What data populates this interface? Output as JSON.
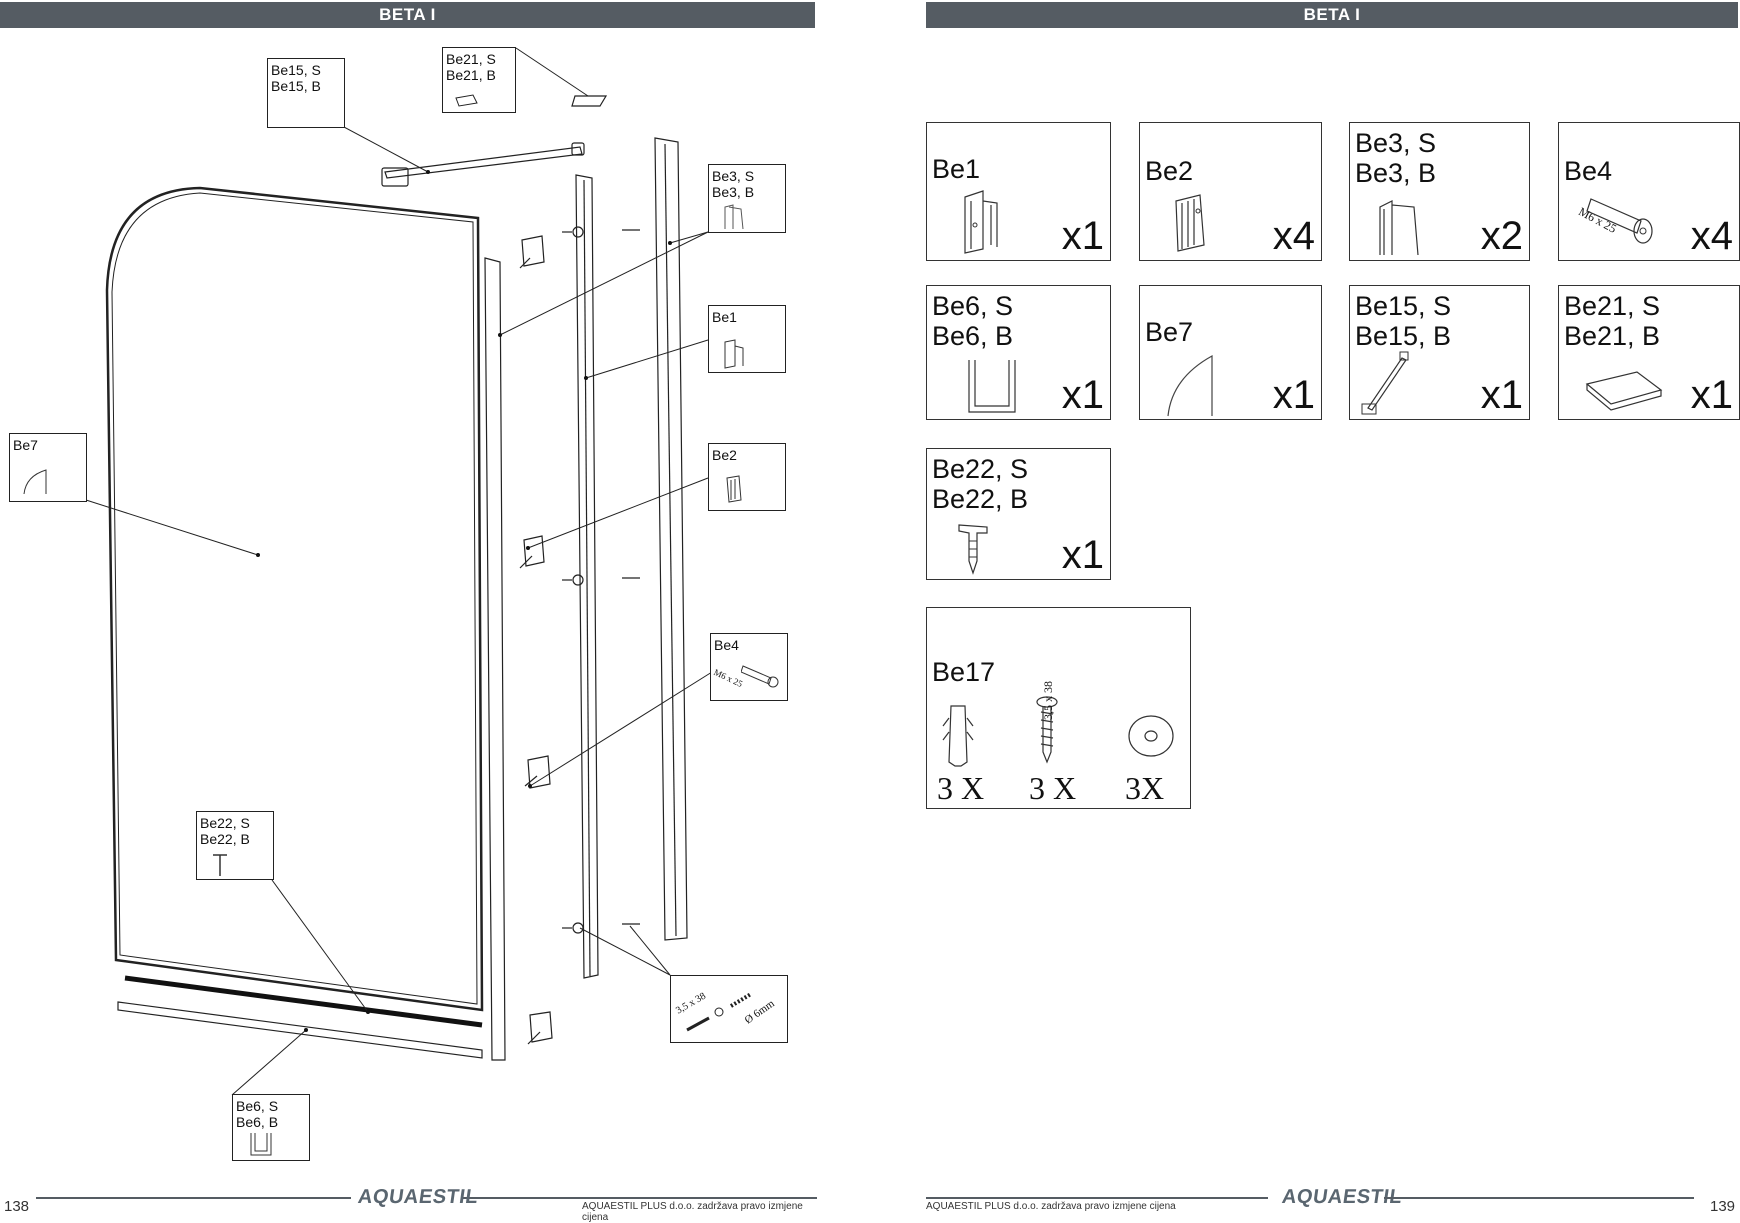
{
  "header": {
    "title": "BETA I"
  },
  "left_page": {
    "callouts": [
      {
        "lines": [
          "Be15, S",
          "Be15, B"
        ]
      },
      {
        "lines": [
          "Be21, S",
          "Be21, B"
        ]
      },
      {
        "lines": [
          "Be3, S",
          "Be3, B"
        ]
      },
      {
        "lines": [
          "Be1"
        ]
      },
      {
        "lines": [
          "Be7"
        ]
      },
      {
        "lines": [
          "Be2"
        ]
      },
      {
        "lines": [
          "Be4"
        ]
      },
      {
        "lines": [
          "Be22, S",
          "Be22, B"
        ]
      },
      {
        "lines": [
          "Be6, S",
          "Be6, B"
        ]
      }
    ],
    "be4_dim": "M6 x 25",
    "screw_dim": "3,5 x 38",
    "drill_dim": "Ø 6mm",
    "page_number": "138",
    "footer_note": "AQUAESTIL PLUS d.o.o. zadržava pravo izmjene cijena"
  },
  "right_page": {
    "parts": [
      {
        "label": [
          "Be1"
        ],
        "qty": "x1",
        "icon": "profile-clip-icon"
      },
      {
        "label": [
          "Be2"
        ],
        "qty": "x4",
        "icon": "bracket-clip-icon"
      },
      {
        "label": [
          "Be3, S",
          "Be3, B"
        ],
        "qty": "x2",
        "icon": "wall-profile-icon"
      },
      {
        "label": [
          "Be4"
        ],
        "qty": "x4",
        "icon": "bolt-icon",
        "dim": "M6 x 25"
      },
      {
        "label": [
          "Be6, S",
          "Be6, B"
        ],
        "qty": "x1",
        "icon": "u-profile-icon"
      },
      {
        "label": [
          "Be7"
        ],
        "qty": "x1",
        "icon": "curve-seal-icon"
      },
      {
        "label": [
          "Be15, S",
          "Be15, B"
        ],
        "qty": "x1",
        "icon": "support-bar-icon"
      },
      {
        "label": [
          "Be21, S",
          "Be21, B"
        ],
        "qty": "x1",
        "icon": "end-cap-icon"
      },
      {
        "label": [
          "Be22, S",
          "Be22, B"
        ],
        "qty": "x1",
        "icon": "t-plug-icon"
      }
    ],
    "be17": {
      "label": "Be17",
      "screw_dim": "3,5 x 38",
      "items": [
        {
          "qty": "3 X",
          "icon": "wall-plug-icon"
        },
        {
          "qty": "3 X",
          "icon": "screw-icon"
        },
        {
          "qty": "3X",
          "icon": "washer-icon"
        }
      ]
    },
    "page_number": "139",
    "footer_note": "AQUAESTIL PLUS d.o.o. zadržava pravo izmjene cijena"
  },
  "logo": "AQUAESTIL",
  "colors": {
    "header_bar": "#555c63",
    "logo": "#5a6670"
  }
}
